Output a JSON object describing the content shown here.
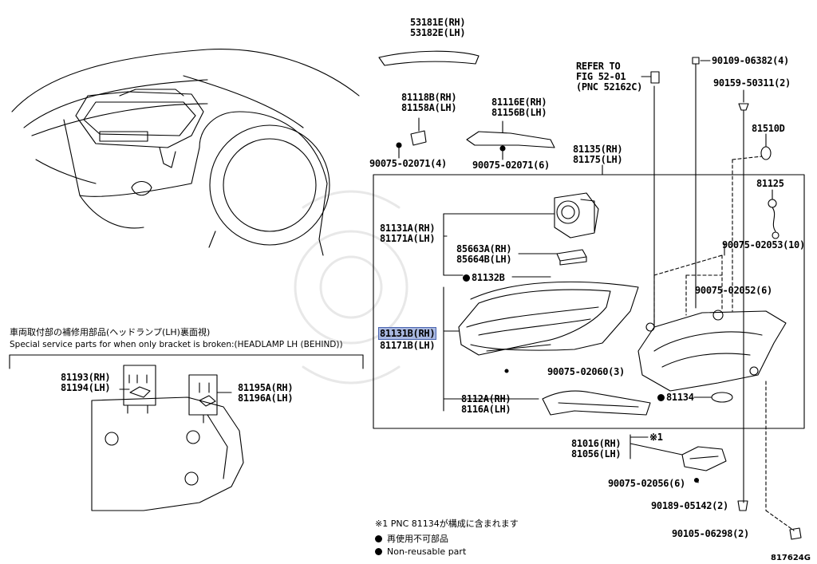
{
  "labels": {
    "p53181": "53181E(RH)\n53182E(LH)",
    "p81118": "81118B(RH)\n81158A(LH)",
    "p81116": "81116E(RH)\n81156B(LH)",
    "p90075_02071_a": "90075-02071(4)",
    "p90075_02071_b": "90075-02071(6)",
    "refer": "REFER TO\nFIG 52-01\n(PNC 52162C)",
    "p90109": "90109-06382(4)",
    "p90159": "90159-50311(2)",
    "p81510": "81510D",
    "p81135": "81135(RH)\n81175(LH)",
    "p81125": "81125",
    "p81131a": "81131A(RH)\n81171A(LH)",
    "p85663": "85663A(RH)\n85664B(LH)",
    "p90075_02053": "90075-02053(10)",
    "p81132": "81132B",
    "p90075_02052": "90075-02052(6)",
    "p81131b_rh": "81131B(RH)",
    "p81171b_lh": "81171B(LH)",
    "p90075_02060": "90075-02060(3)",
    "p8112a": "8112A(RH)\n8116A(LH)",
    "p81134": "81134",
    "p81016": "81016(RH)\n81056(LH)",
    "ref1": "※1",
    "p90075_02056": "90075-02056(6)",
    "p90189": "90189-05142(2)",
    "p90105": "90105-06298(2)",
    "p81193": "81193(RH)\n81194(LH)",
    "p81195": "81195A(RH)\n81196A(LH)"
  },
  "bracket_title_jp": "車両取付部の補修用部品(ヘッドランプ(LH)裏面視)",
  "bracket_title_en": "Special service parts for when only bracket is broken:(HEADLAMP LH (BEHIND))",
  "footnote_pnc": "※1 PNC 81134が構成に含まれます",
  "legend_jp": "再使用不可部品",
  "legend_en": "Non-reusable part",
  "figure_code": "817624G"
}
